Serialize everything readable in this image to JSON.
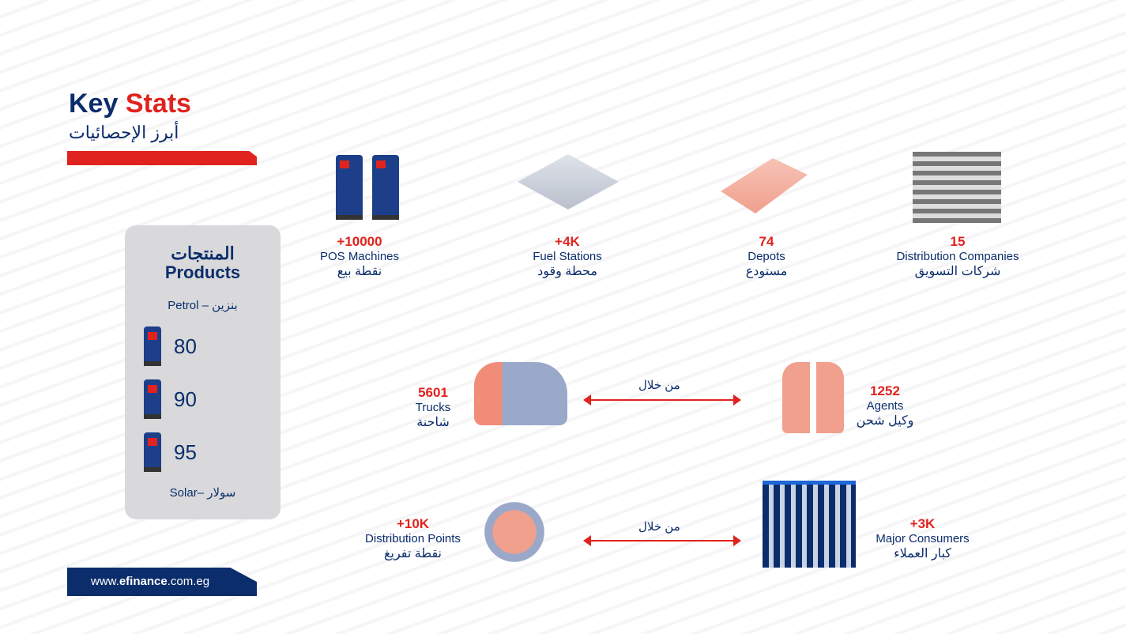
{
  "header": {
    "title_a": "Key",
    "title_b": "Stats",
    "subtitle": "أبرز الإحصائيات"
  },
  "products": {
    "title_ar": "المنتجات",
    "title_en": "Products",
    "petrol": "Petrol – بنزين",
    "grades": [
      "80",
      "90",
      "95"
    ],
    "solar": "Solar– سولار"
  },
  "footer": {
    "url_a": "www.",
    "url_b": "efinance",
    "url_c": ".com.eg"
  },
  "stats": [
    {
      "num": "+10000",
      "en": "POS Machines",
      "ar": "نقطة بيع"
    },
    {
      "num": "+4K",
      "en": "Fuel Stations",
      "ar": "محطة وقود"
    },
    {
      "num": "74",
      "en": "Depots",
      "ar": "مستودع"
    },
    {
      "num": "15",
      "en": "Distribution Companies",
      "ar": "شركات التسويق"
    }
  ],
  "flows": [
    {
      "left": {
        "num": "5601",
        "en": "Trucks",
        "ar": "شاحنة"
      },
      "via": "من خلال",
      "right": {
        "num": "1252",
        "en": "Agents",
        "ar": "وكيل شحن"
      }
    },
    {
      "left": {
        "num": "+10K",
        "en": "Distribution Points",
        "ar": "نقطة تفريغ"
      },
      "via": "من خلال",
      "right": {
        "num": "+3K",
        "en": "Major Consumers",
        "ar": "كبار العملاء"
      }
    }
  ],
  "colors": {
    "navy": "#0b2d6b",
    "red": "#e0231e"
  }
}
